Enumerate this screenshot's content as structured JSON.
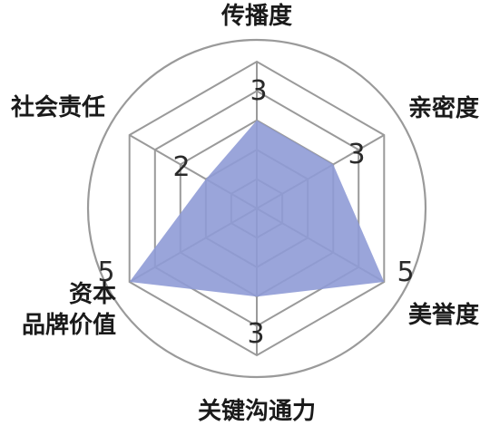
{
  "chart_data": {
    "type": "radar",
    "title": "",
    "axes": [
      {
        "label_lines": [
          "传播度"
        ],
        "value": 3
      },
      {
        "label_lines": [
          "亲密度"
        ],
        "value": 3
      },
      {
        "label_lines": [
          "美誉度"
        ],
        "value": 5
      },
      {
        "label_lines": [
          "关键沟通力"
        ],
        "value": 3
      },
      {
        "label_lines": [
          "资本",
          "品牌价值"
        ],
        "value": 5
      },
      {
        "label_lines": [
          "社会责任"
        ],
        "value": 2
      }
    ],
    "rlim": [
      0,
      5
    ],
    "rings": 5,
    "outer_circle": true,
    "colors": {
      "fill": "#8f9bd6",
      "grid": "#9a9a9a",
      "text": "#1a1a1a"
    }
  }
}
